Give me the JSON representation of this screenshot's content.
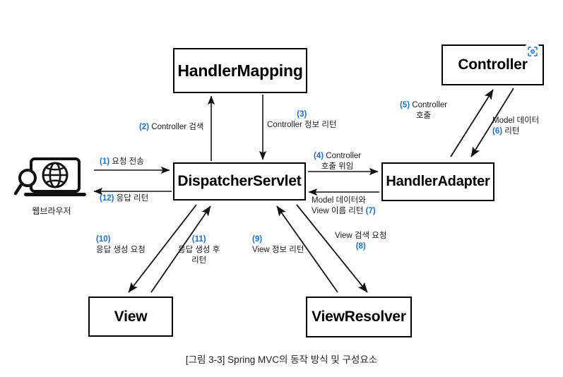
{
  "diagram": {
    "caption": "[그림 3-3] Spring MVC의 동작 방식 및 구성요소",
    "accent_color": "#1f6fc4",
    "line_color": "#111111",
    "background": "#ffffff",
    "nodes": [
      {
        "id": "handlermapping",
        "label": "HandlerMapping"
      },
      {
        "id": "controller",
        "label": "Controller"
      },
      {
        "id": "dispatcher",
        "label": "DispatcherServlet"
      },
      {
        "id": "handleradapter",
        "label": "HandlerAdapter"
      },
      {
        "id": "view",
        "label": "View"
      },
      {
        "id": "viewresolver",
        "label": "ViewResolver"
      }
    ],
    "actor": {
      "icon": "web-browser-laptop-globe-magnifier-icon",
      "label": "웹브라우저"
    },
    "badge": {
      "icon": "google-lens-scan-icon",
      "color": "#1f6fc4"
    },
    "edges": [
      {
        "num": "(1)",
        "text": "요청 전송",
        "from": "webbrowser",
        "to": "dispatcher"
      },
      {
        "num": "(2)",
        "text": "Controller 검색",
        "from": "dispatcher",
        "to": "handlermapping"
      },
      {
        "num": "(3)",
        "text": "Controller 정보 리턴",
        "from": "handlermapping",
        "to": "dispatcher"
      },
      {
        "num": "(4)",
        "text": "Controller 호출 위임",
        "from": "dispatcher",
        "to": "handleradapter"
      },
      {
        "num": "(5)",
        "text": "Controller 호출",
        "from": "handleradapter",
        "to": "controller"
      },
      {
        "num": "(6)",
        "text": "Model 데이터 리턴",
        "from": "controller",
        "to": "handleradapter"
      },
      {
        "num": "(7)",
        "text": "Model 데이터와 View 이름 리턴",
        "from": "handleradapter",
        "to": "dispatcher"
      },
      {
        "num": "(8)",
        "text": "View 검색 요청",
        "from": "dispatcher",
        "to": "viewresolver"
      },
      {
        "num": "(9)",
        "text": "View 정보 리턴",
        "from": "viewresolver",
        "to": "dispatcher"
      },
      {
        "num": "(10)",
        "text": "응답 생성 요청",
        "from": "dispatcher",
        "to": "view"
      },
      {
        "num": "(11)",
        "text": "응답 생성 후 리턴",
        "from": "view",
        "to": "dispatcher"
      },
      {
        "num": "(12)",
        "text": "응답 리턴",
        "from": "dispatcher",
        "to": "webbrowser"
      }
    ],
    "labels": {
      "e1_num": "(1)",
      "e1_t1": "요청 전송",
      "e2_num": "(2)",
      "e2_t1": "Controller 검색",
      "e3_num": "(3)",
      "e3_t1": "Controller 정보 리턴",
      "e4_num": "(4)",
      "e4_t1": "Controller",
      "e4_t2": "호출 위임",
      "e5_num": "(5)",
      "e5_t1": "Controller",
      "e5_t2": "호출",
      "e6_num": "(6)",
      "e6_t1": "Model 데이터",
      "e6_t2": "리턴",
      "e7_num": "(7)",
      "e7_t1": "Model 데이터와",
      "e7_t2": "View 이름 리턴",
      "e8_num": "(8)",
      "e8_t1": "View 검색 요청",
      "e9_num": "(9)",
      "e9_t1": "View 정보 리턴",
      "e10_num": "(10)",
      "e10_t1": "응답 생성 요청",
      "e11_num": "(11)",
      "e11_t1": "응답 생성 후",
      "e11_t2": "리턴",
      "e12_num": "(12)",
      "e12_t1": "응답 리턴"
    }
  }
}
